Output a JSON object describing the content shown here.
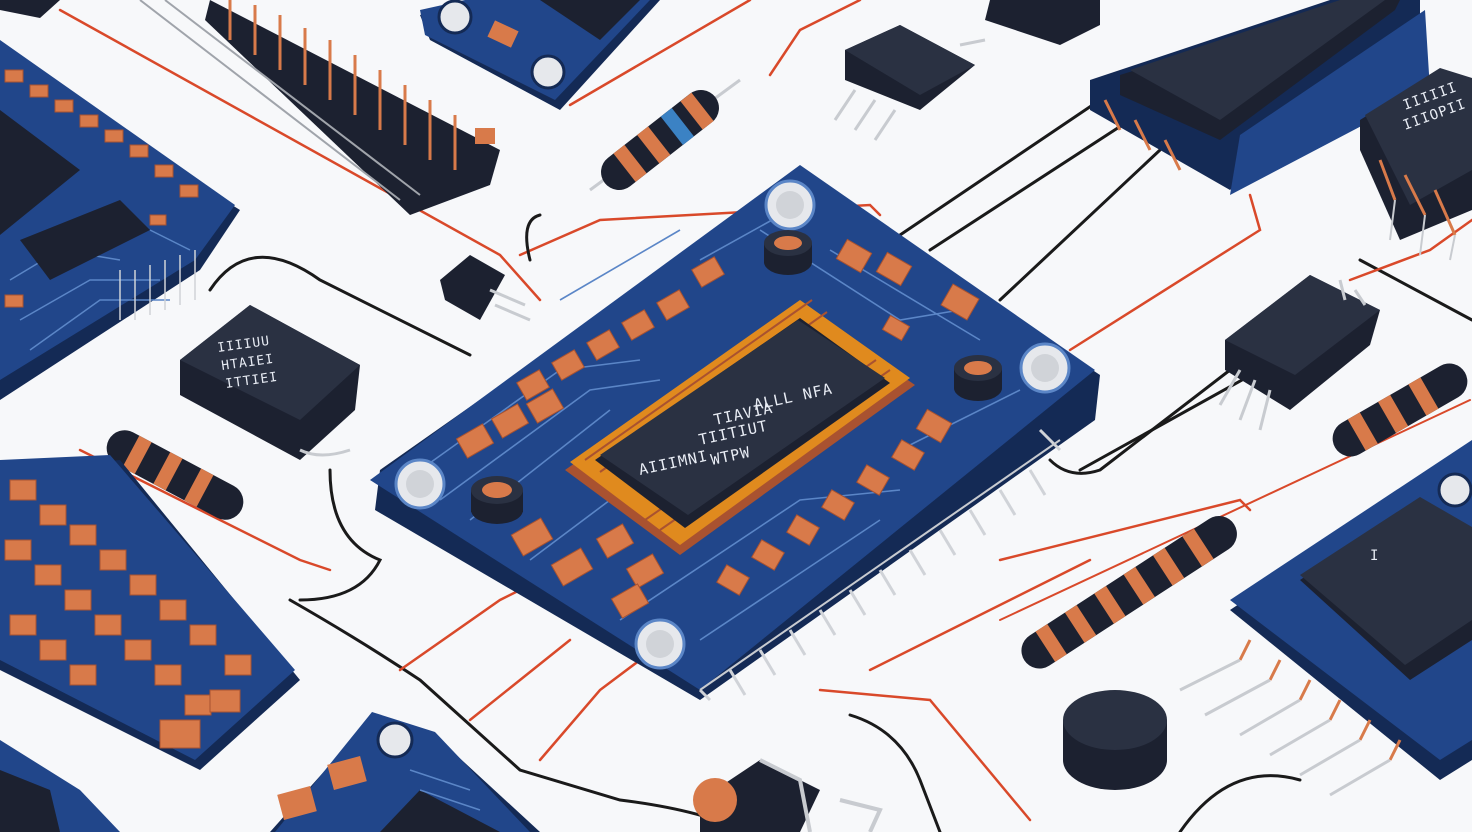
{
  "scene": {
    "subject": "isometric electronics components illustration",
    "colors": {
      "background": "#f7f8fa",
      "pcb_blue": "#21468a",
      "pcb_dark": "#142a55",
      "pcb_trace": "#5b86c7",
      "chip_black": "#1c2130",
      "chip_top": "#2a3142",
      "copper": "#d87a4a",
      "copper_dark": "#a95230",
      "wire_red": "#d9492a",
      "wire_black": "#1a1a1a",
      "gold": "#e08a1e",
      "pin_silver": "#d0d3d8"
    },
    "chip_markings": {
      "main_chip": [
        "ALLL NFA",
        "TIAVIA",
        "TIITIUT",
        "WTPW",
        "AIIIMNI"
      ],
      "left_block": [
        "IIIIUU",
        "HTAIEI",
        "ITTIEI"
      ],
      "right_chip": [
        "IIIIII",
        "IIIOPII"
      ],
      "bottom_right_chip": [
        "I"
      ]
    }
  }
}
